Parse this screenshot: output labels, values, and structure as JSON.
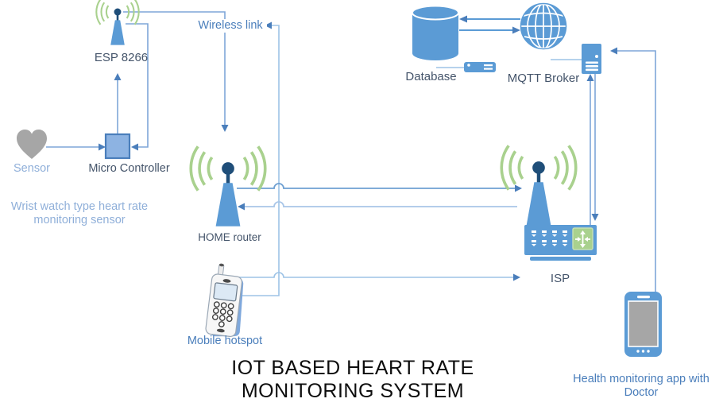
{
  "title": {
    "line1": "IOT BASED HEART RATE",
    "line2": "MONITORING SYSTEM"
  },
  "nodes": {
    "esp": {
      "label": "ESP 8266"
    },
    "sensor": {
      "label": "Sensor"
    },
    "micro_controller": {
      "label": "Micro Controller"
    },
    "wrist_note": {
      "line1": "Wrist watch type heart rate",
      "line2": "monitoring sensor"
    },
    "wireless_link": {
      "label": "Wireless link"
    },
    "home_router": {
      "label": "HOME router"
    },
    "mobile_hotspot": {
      "label": "Mobile hotspot"
    },
    "isp": {
      "label": "ISP"
    },
    "database": {
      "label": "Database"
    },
    "mqtt_broker": {
      "label": "MQTT Broker"
    },
    "health_app": {
      "line1": "Health monitoring app with",
      "line2": "Doctor"
    }
  },
  "icons": {
    "esp": "wifi-antenna-icon",
    "sensor": "heart-icon",
    "micro_controller": "chip-square-icon",
    "home_router": "wifi-antenna-icon",
    "mobile_hotspot": "feature-phone-icon",
    "isp": "wireless-router-icon",
    "database": "database-cylinder-icon",
    "mqtt_broker": "globe-icon",
    "broker_server": "server-tower-icon",
    "health_app": "smartphone-icon"
  },
  "colors": {
    "shape_blue": "#5B9BD5",
    "shape_blue_light": "#8DB3E2",
    "shape_border_blue": "#4A7EBB",
    "antenna_dot_navy": "#1F4E79",
    "wave_green": "#A9D18E",
    "connector_blue": "#7EA6D8",
    "connector_light": "#9DC3E6",
    "arrowhead_blue": "#4A7EBB",
    "label_dark": "#44546A",
    "label_blue": "#4A7EBB",
    "label_light_blue": "#8FAFD9",
    "heart_gray": "#A6A6A6",
    "screen_gray": "#A6A6A6",
    "title_black": "#0d0d0d"
  }
}
